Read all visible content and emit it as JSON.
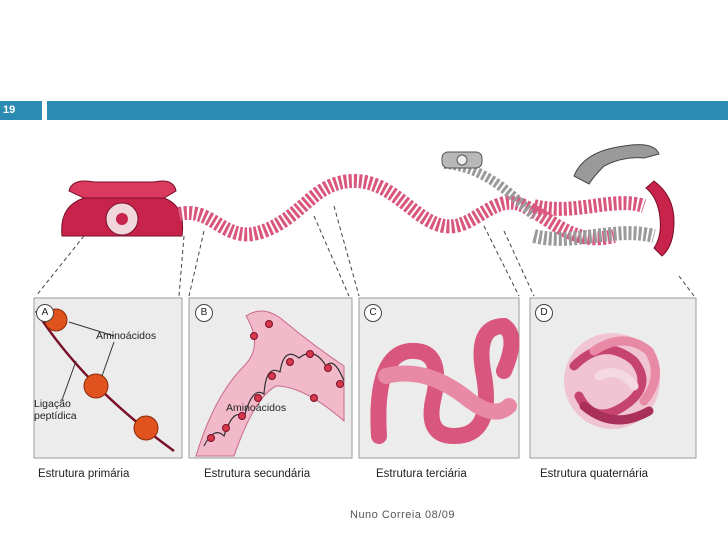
{
  "slide": {
    "number": "19",
    "footer": "Nuno Correia 08/09"
  },
  "figure": {
    "panels": [
      {
        "letter": "A",
        "caption": "Estrutura primária"
      },
      {
        "letter": "B",
        "caption": "Estrutura secundária"
      },
      {
        "letter": "C",
        "caption": "Estrutura terciária"
      },
      {
        "letter": "D",
        "caption": "Estrutura quaternária"
      }
    ],
    "labels": {
      "aminoacids_a": "Aminoácidos",
      "peptide_bond_line1": "Ligação",
      "peptide_bond_line2": "peptídica",
      "aminoacids_b": "Aminoácidos"
    },
    "colors": {
      "header_bar": "#2b8bb3",
      "protein_pink": "#d9577f",
      "phone_red": "#c8234a"
    }
  }
}
